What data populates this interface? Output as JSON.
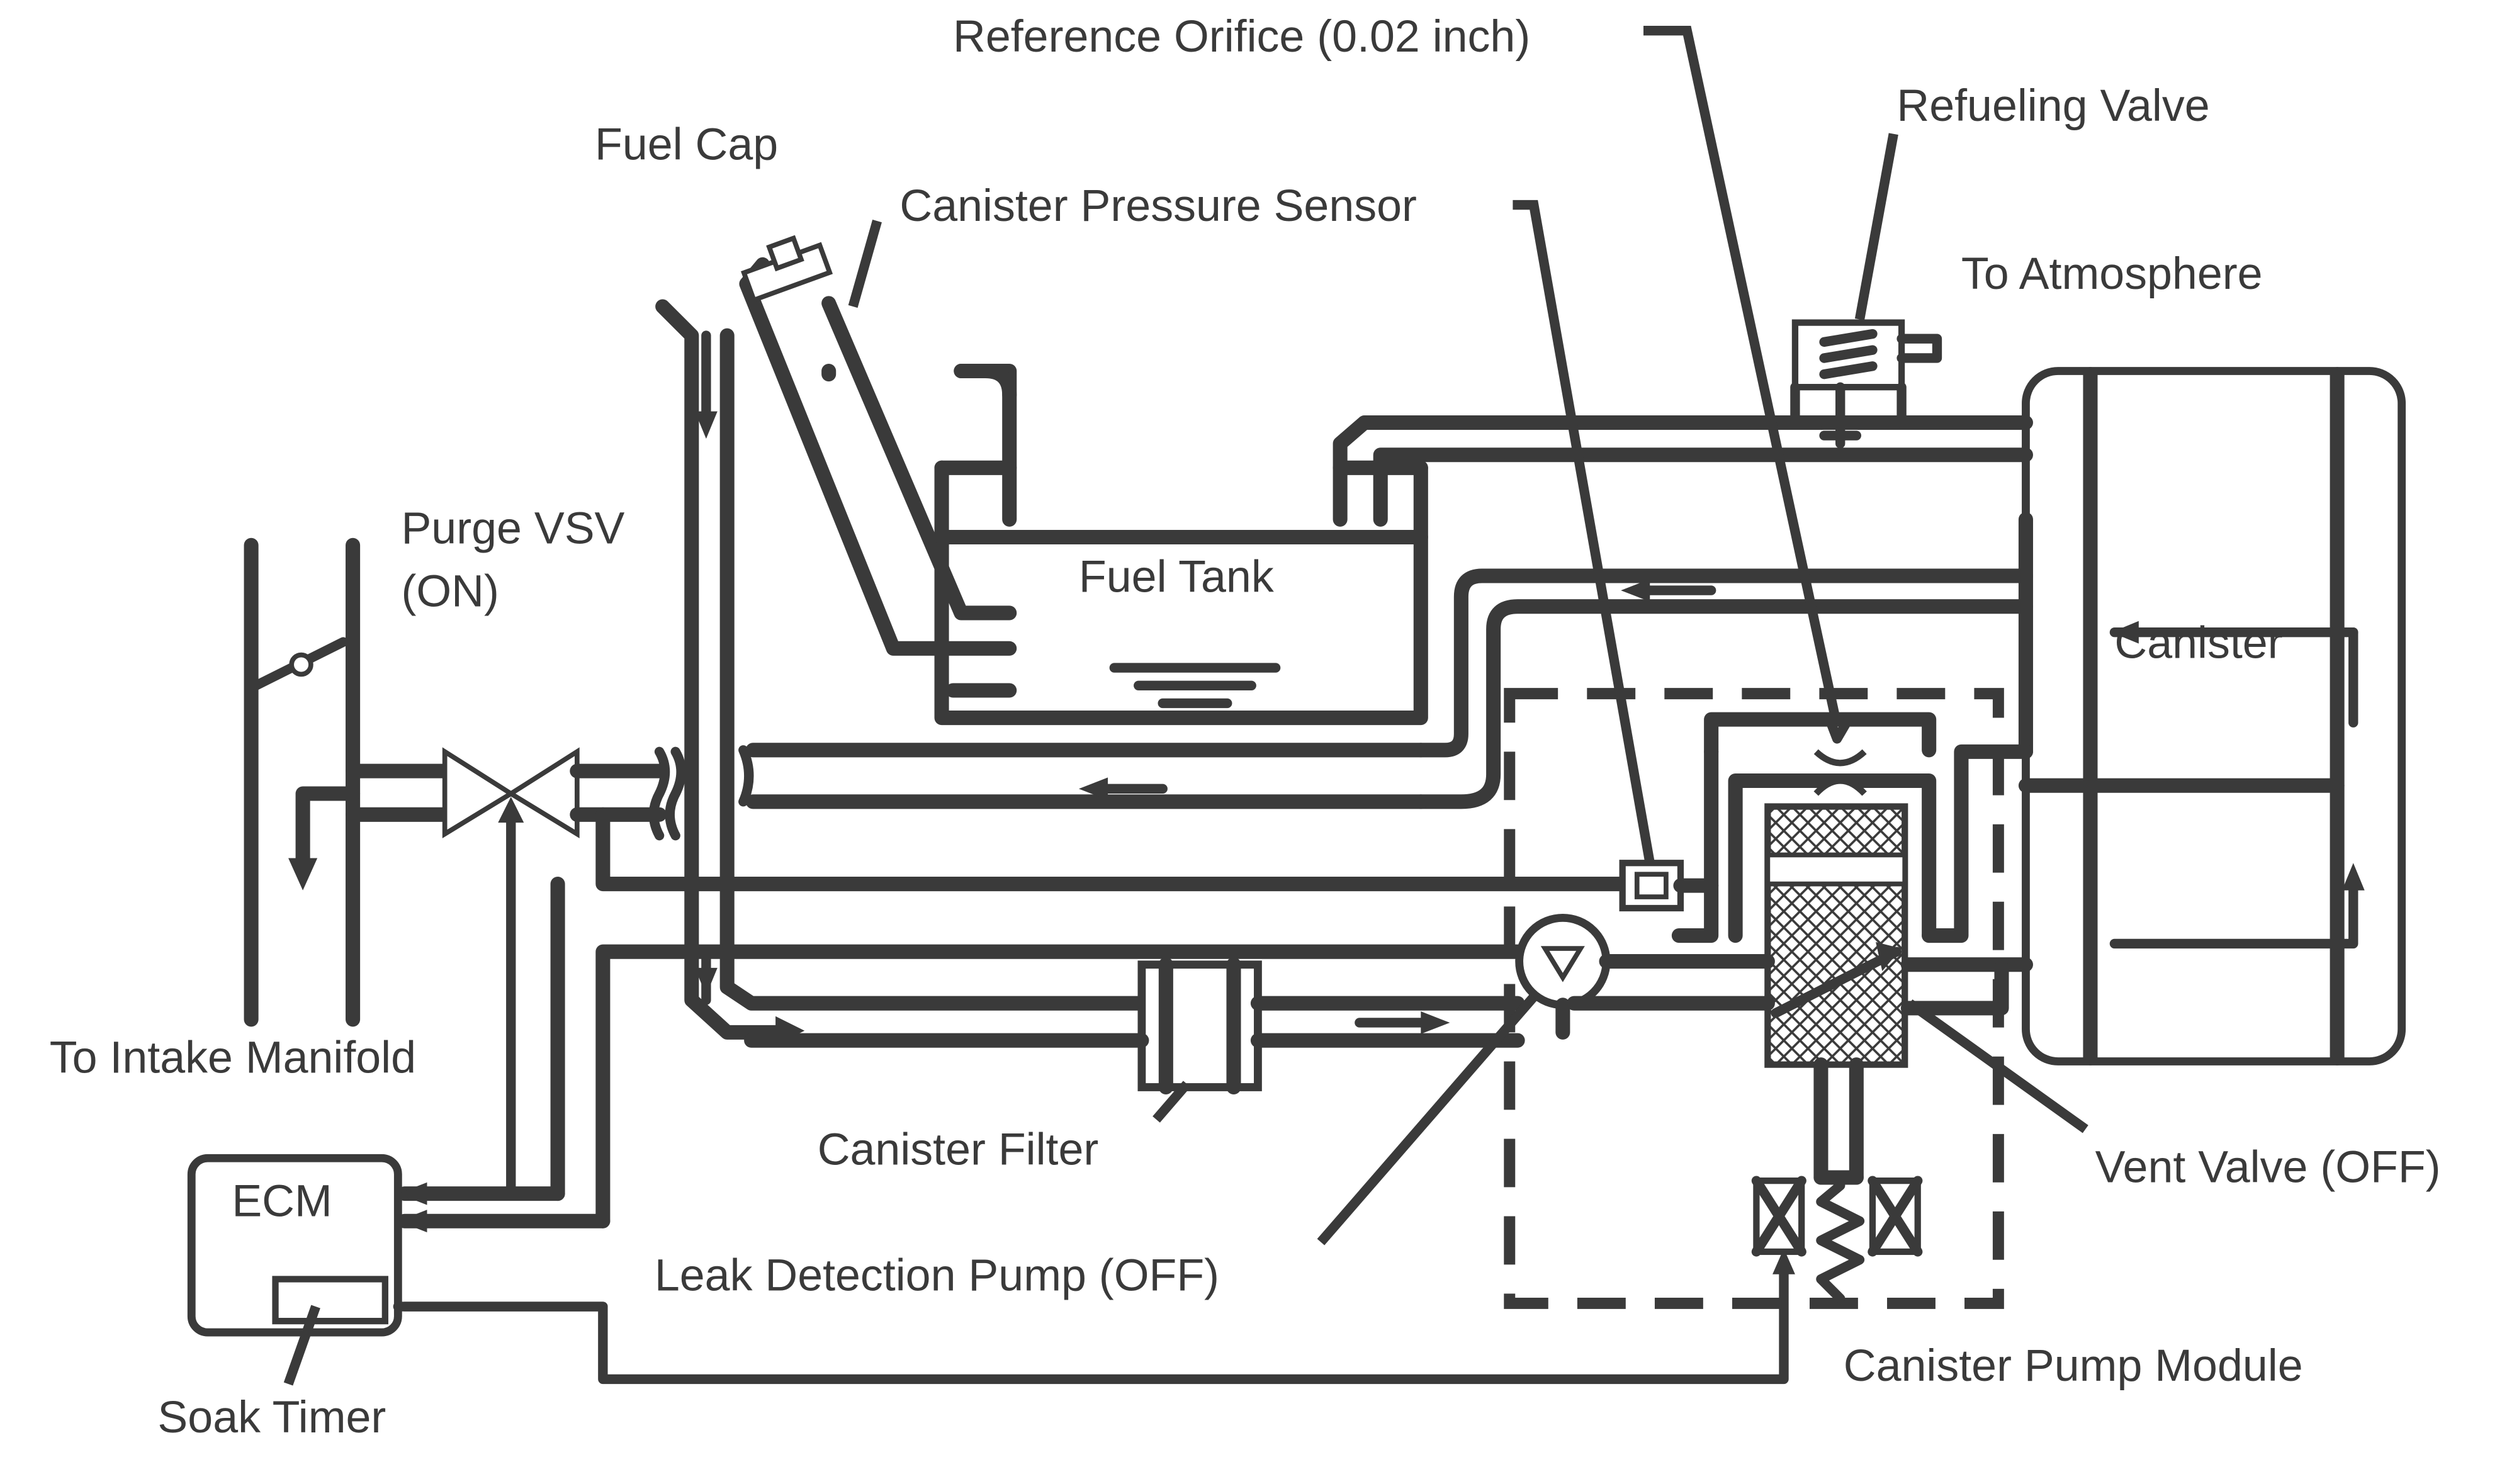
{
  "labels": {
    "reference_orifice": "Reference Orifice (0.02 inch)",
    "refueling_valve": "Refueling Valve",
    "fuel_cap": "Fuel Cap",
    "canister_pressure_sensor": "Canister Pressure Sensor",
    "to_atmosphere": "To Atmosphere",
    "purge_vsv_line1": "Purge VSV",
    "purge_vsv_line2": "(ON)",
    "fuel_tank": "Fuel Tank",
    "canister": "Canister",
    "to_intake_manifold": "To Intake Manifold",
    "canister_filter": "Canister Filter",
    "vent_valve": "Vent Valve (OFF)",
    "ecm": "ECM",
    "leak_detection_pump": "Leak Detection Pump (OFF)",
    "canister_pump_module": "Canister Pump Module",
    "soak_timer": "Soak Timer"
  },
  "colors": {
    "line": "#3a3a3a",
    "background": "#ffffff"
  }
}
